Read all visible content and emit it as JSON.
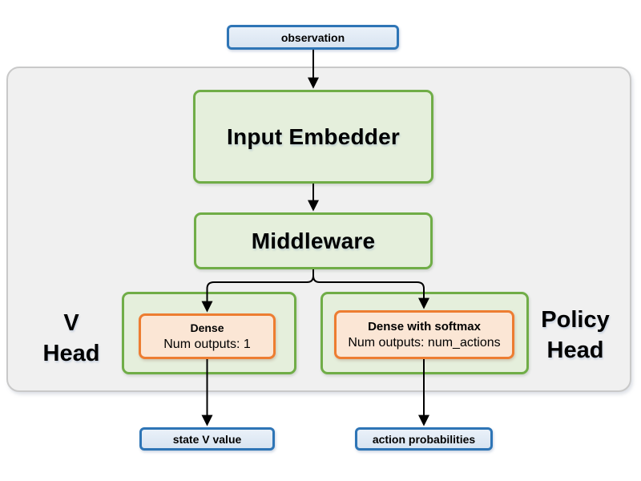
{
  "diagram": {
    "nodes": {
      "observation": "observation",
      "input_embedder": "Input Embedder",
      "middleware": "Middleware",
      "v_head": {
        "line1": "V",
        "line2": "Head"
      },
      "policy_head": {
        "line1": "Policy",
        "line2": "Head"
      },
      "v_dense": {
        "title": "Dense",
        "subtitle": "Num outputs: 1"
      },
      "policy_dense": {
        "title": "Dense with softmax",
        "subtitle": "Num outputs: num_actions"
      },
      "state_v_value": "state V value",
      "action_probabilities": "action probabilities"
    },
    "colors": {
      "blue_border": "#2e75b6",
      "blue_fill": "#dce6f2",
      "green_border": "#70ad47",
      "green_fill": "#e5efdc",
      "orange_border": "#ed7d31",
      "orange_fill": "#fbe6d5",
      "container_fill": "#f0f0f0",
      "container_border": "#c9c9c9",
      "arrow": "#000000"
    }
  }
}
